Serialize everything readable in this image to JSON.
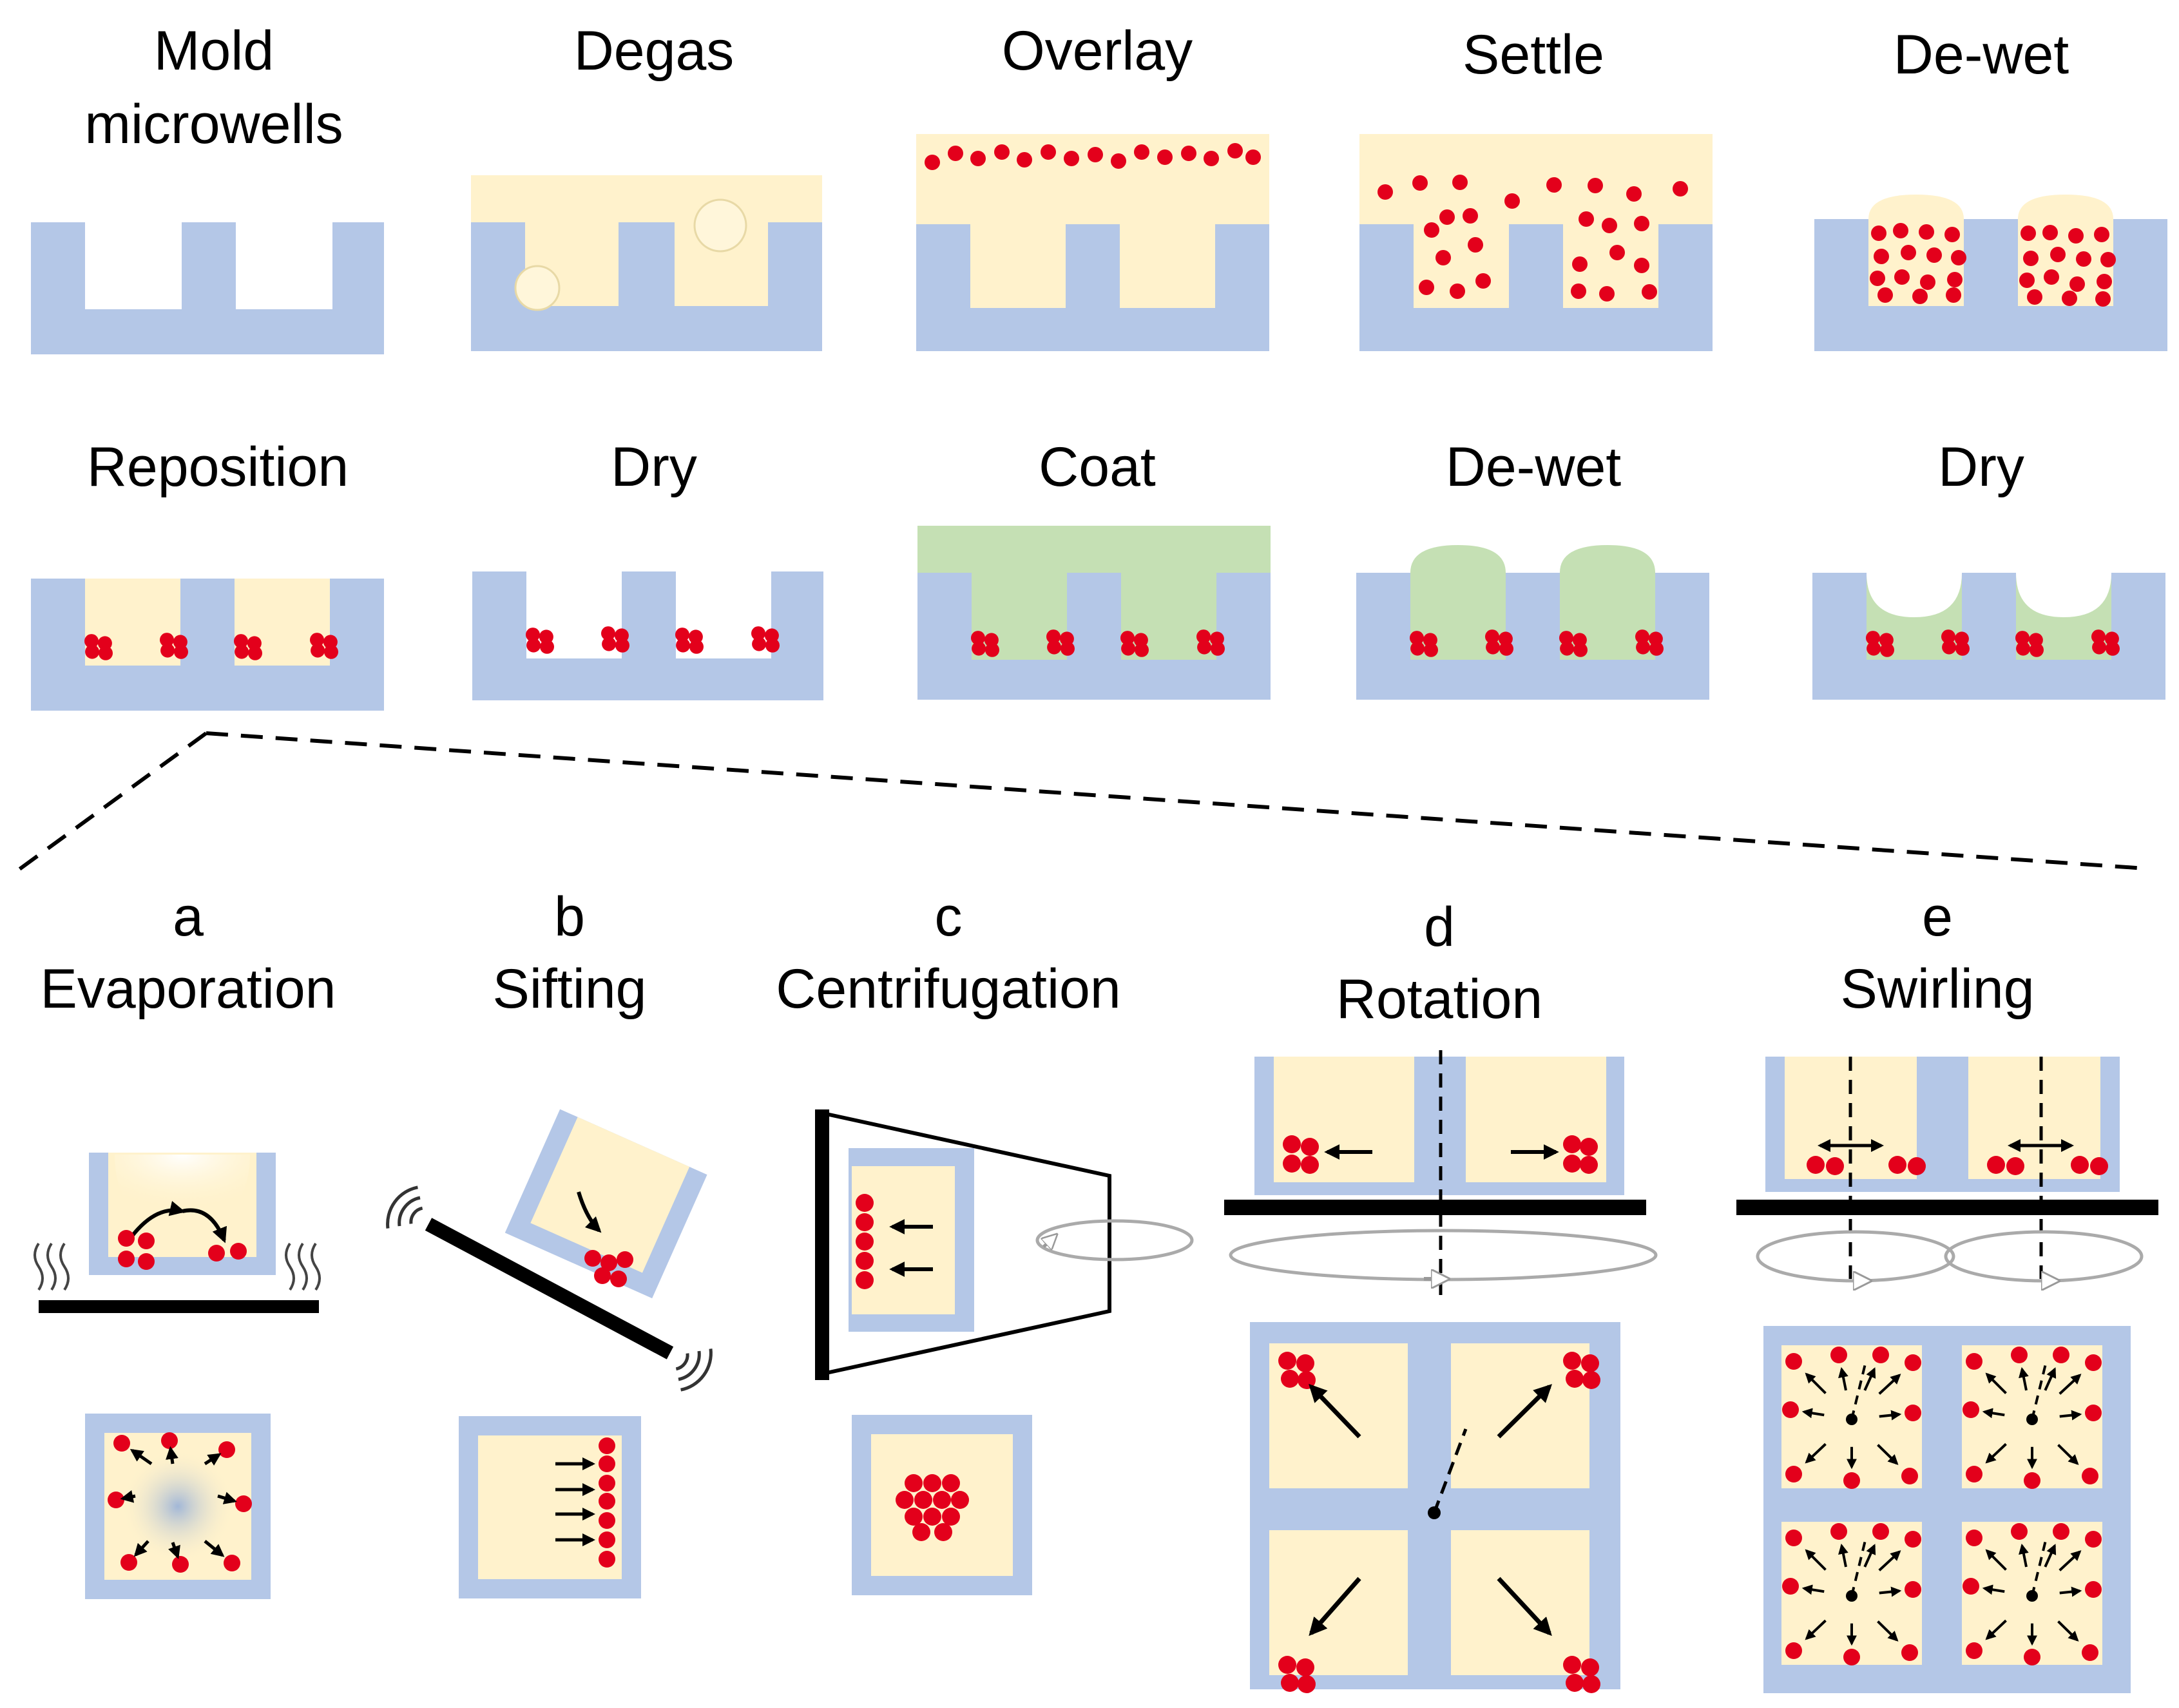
{
  "colors": {
    "mold": "#B4C7E7",
    "liquid": "#FFF2CC",
    "coat": "#C5E0B4",
    "particle": "#E3001B",
    "ink": "#000000",
    "haze": "#9DB4D8"
  },
  "process_steps": {
    "row1": [
      "Mold\nmicrowells",
      "Degas",
      "Overlay",
      "Settle",
      "De-wet"
    ],
    "row2": [
      "Reposition",
      "Dry",
      "Coat",
      "De-wet",
      "Dry"
    ]
  },
  "methods": [
    {
      "letter": "a",
      "name": "Evaporation"
    },
    {
      "letter": "b",
      "name": "Sifting"
    },
    {
      "letter": "c",
      "name": "Centrifugation"
    },
    {
      "letter": "d",
      "name": "Rotation"
    },
    {
      "letter": "e",
      "name": "Swirling"
    }
  ],
  "icons": [
    "heat-wave-icon",
    "vibration-arc-icon",
    "rotation-arrow-icon",
    "direction-arrow-icon",
    "rotation-axis-icon"
  ]
}
